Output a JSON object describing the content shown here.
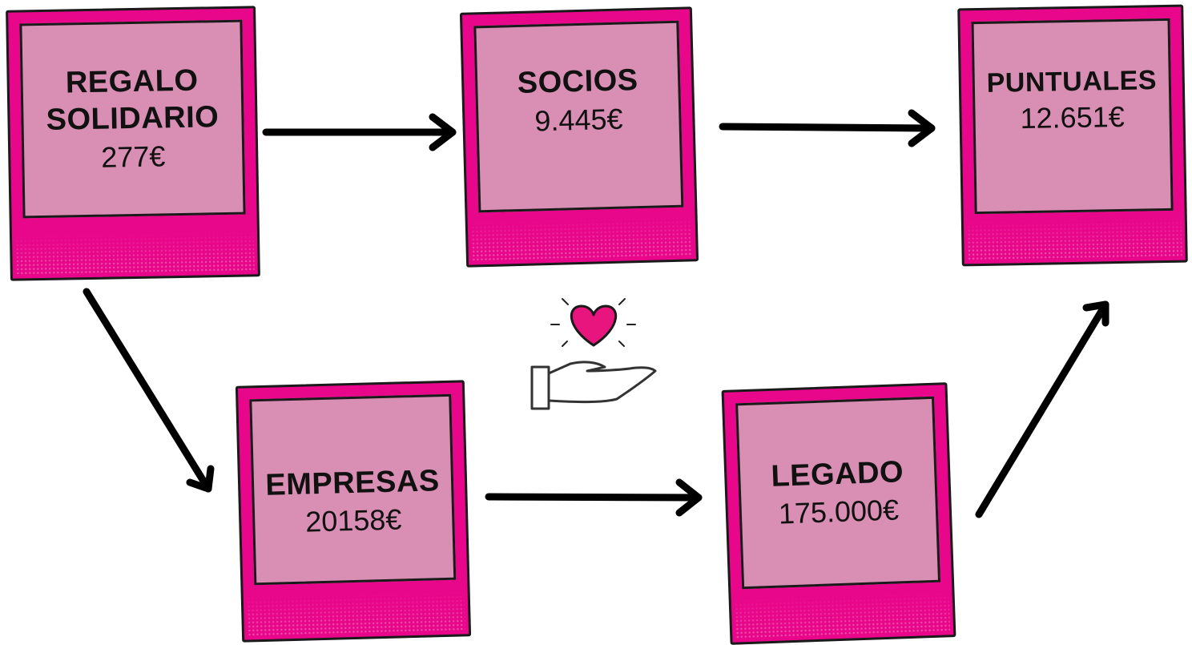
{
  "nodes": [
    {
      "title_lines": [
        "REGALO",
        "SOLIDARIO"
      ],
      "amount": "277€"
    },
    {
      "title_lines": [
        "SOCIOS"
      ],
      "amount": "9.445€"
    },
    {
      "title_lines": [
        "PUNTUALES"
      ],
      "amount": "12.651€"
    },
    {
      "title_lines": [
        "EMPRESAS"
      ],
      "amount": "20158€"
    },
    {
      "title_lines": [
        "LEGADO"
      ],
      "amount": "175.000€"
    }
  ],
  "colors": {
    "frame": "#e8078a",
    "photo": "#d88fb3",
    "arrow": "#000000",
    "heart": "#e8157f"
  },
  "icons": {
    "center": "heart-hand-icon",
    "arrows": "arrow-icon"
  }
}
